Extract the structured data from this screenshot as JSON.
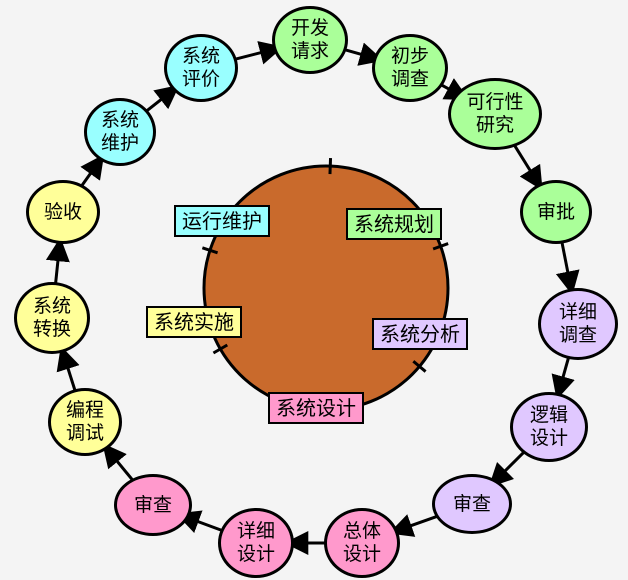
{
  "colors": {
    "background": "#f4f4f4",
    "center_circle": "#c96a2c",
    "arrow": "#000000"
  },
  "nodes": [
    {
      "id": "kaifa",
      "label": "开发\n请求",
      "color": "#aaff99"
    },
    {
      "id": "chubu",
      "label": "初步\n调查",
      "color": "#aaff99"
    },
    {
      "id": "kexing",
      "label": "可行性\n研究",
      "color": "#aaff99"
    },
    {
      "id": "shenpi1",
      "label": "审批",
      "color": "#aaff99"
    },
    {
      "id": "xdiao",
      "label": "详细\n调查",
      "color": "#e0c8ff"
    },
    {
      "id": "luoji",
      "label": "逻辑\n设计",
      "color": "#e0c8ff"
    },
    {
      "id": "shencha1",
      "label": "审查",
      "color": "#e0c8ff"
    },
    {
      "id": "zongti",
      "label": "总体\n设计",
      "color": "#ff99cc"
    },
    {
      "id": "xshe",
      "label": "详细\n设计",
      "color": "#ff99cc"
    },
    {
      "id": "shencha2",
      "label": "审查",
      "color": "#ff99cc"
    },
    {
      "id": "biancheng",
      "label": "编程\n调试",
      "color": "#ffff99"
    },
    {
      "id": "zhuanhuan",
      "label": "系统\n转换",
      "color": "#ffff99"
    },
    {
      "id": "yanshou",
      "label": "验收",
      "color": "#ffff99"
    },
    {
      "id": "weihu",
      "label": "系统\n维护",
      "color": "#99ffff"
    },
    {
      "id": "pingjia",
      "label": "系统\n评价",
      "color": "#99ffff"
    }
  ],
  "phases": [
    {
      "id": "yunxing",
      "label": "运行维护",
      "color": "#99ffff"
    },
    {
      "id": "guihua",
      "label": "系统规划",
      "color": "#aaff99"
    },
    {
      "id": "shishi",
      "label": "系统实施",
      "color": "#ffff99"
    },
    {
      "id": "fenxi",
      "label": "系统分析",
      "color": "#e0c8ff"
    },
    {
      "id": "sheji",
      "label": "系统设计",
      "color": "#ff99cc"
    }
  ]
}
